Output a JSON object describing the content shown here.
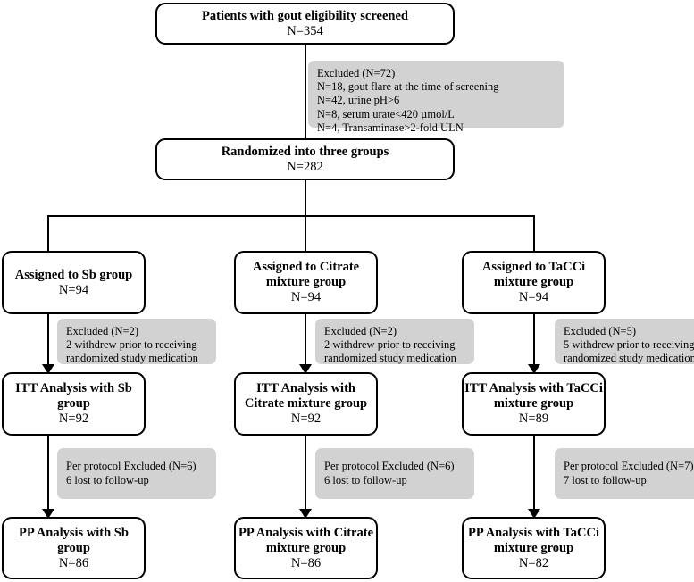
{
  "chart_data": {
    "type": "diagram",
    "title": "CONSORT participant flow diagram",
    "diagram_kind": "flowchart"
  },
  "nodes": {
    "screened": {
      "title": "Patients with gout eligibility screened",
      "count": "N=354"
    },
    "randomized": {
      "title": "Randomized into three groups",
      "count": "N=282"
    },
    "assigned_sb": {
      "title": "Assigned to Sb group",
      "count": "N=94"
    },
    "assigned_citrate": {
      "title": "Assigned to Citrate mixture group",
      "count": "N=94"
    },
    "assigned_tacci": {
      "title": "Assigned to TaCCi mixture group",
      "count": "N=94"
    },
    "itt_sb": {
      "title": "ITT Analysis with Sb group",
      "count": "N=92"
    },
    "itt_citrate": {
      "title": "ITT Analysis with Citrate mixture group",
      "count": "N=92"
    },
    "itt_tacci": {
      "title": "ITT Analysis with TaCCi mixture group",
      "count": "N=89"
    },
    "pp_sb": {
      "title": "PP Analysis with Sb group",
      "count": "N=86"
    },
    "pp_citrate": {
      "title": "PP Analysis with Citrate mixture group",
      "count": "N=86"
    },
    "pp_tacci": {
      "title": "PP Analysis with TaCCi mixture group",
      "count": "N=82"
    }
  },
  "notes": {
    "screening_excluded": {
      "l1": "Excluded (N=72)",
      "l2": "N=18, gout flare  at the time of screening",
      "l3": "N=42, urine pH>6",
      "l4": "N=8, serum urate<420 µmol/L",
      "l5": "N=4, Transaminase>2-fold ULN"
    },
    "withdrew_sb": {
      "l1": "Excluded (N=2)",
      "l2": "2 withdrew prior to receiving",
      "l3": "randomized study medication"
    },
    "withdrew_citrate": {
      "l1": "Excluded (N=2)",
      "l2": "2 withdrew prior to receiving",
      "l3": "randomized study medication"
    },
    "withdrew_tacci": {
      "l1": "Excluded (N=5)",
      "l2": "5 withdrew prior to receiving",
      "l3": "randomized study medication"
    },
    "perprotocol_sb": {
      "l1": "Per protocol Excluded (N=6)",
      "l2": "6 lost to follow-up"
    },
    "perprotocol_citrate": {
      "l1": "Per protocol Excluded (N=6)",
      "l2": "6 lost to follow-up"
    },
    "perprotocol_tacci": {
      "l1": "Per protocol Excluded (N=7)",
      "l2": "7 lost to follow-up"
    }
  },
  "colors": {
    "note_background": "#d2d2d2",
    "line": "#000000",
    "node_background": "#ffffff"
  }
}
